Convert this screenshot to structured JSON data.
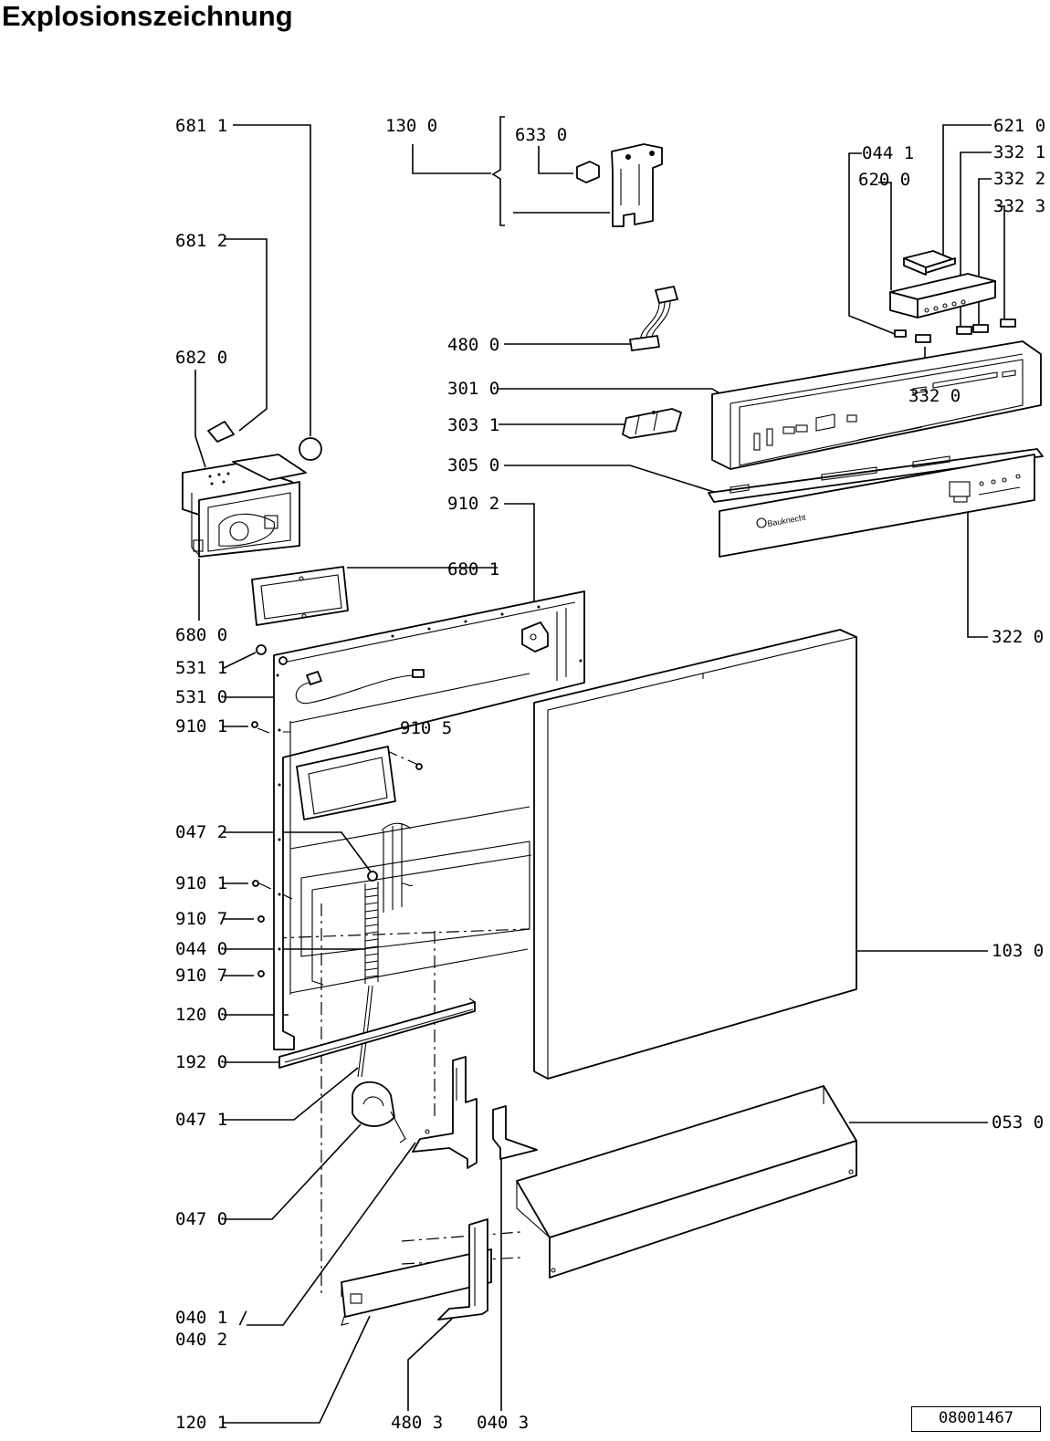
{
  "title": "Explosionszeichnung",
  "document_number": "08001467",
  "brand_mark": "Bauknecht",
  "labels": {
    "l6811": "681 1",
    "l1300": "130 0",
    "l6330": "633 0",
    "l6210": "621 0",
    "l0441": "044 1",
    "l3321": "332 1",
    "l6200": "620 0",
    "l3322": "332 2",
    "l3323": "332 3",
    "l6812": "681 2",
    "l4800": "480 0",
    "l6820": "682 0",
    "l3010": "301 0",
    "l3320": "332 0",
    "l3031": "303 1",
    "l3050": "305 0",
    "l9102": "910 2",
    "l6801": "680 1",
    "l6800": "680 0",
    "l3220": "322 0",
    "l5311": "531 1",
    "l5310": "531 0",
    "l9101a": "910 1",
    "l9105": "910 5",
    "l0472": "047 2",
    "l9101b": "910 1",
    "l9107a": "910 7",
    "l0440": "044 0",
    "l1030": "103 0",
    "l9107b": "910 7",
    "l1200": "120 0",
    "l1920": "192 0",
    "l0471": "047 1",
    "l0530": "053 0",
    "l0470": "047 0",
    "l0401": "040 1 /",
    "l0402": "040 2",
    "l1201": "120 1",
    "l4803": "480 3",
    "l0403": "040 3"
  }
}
